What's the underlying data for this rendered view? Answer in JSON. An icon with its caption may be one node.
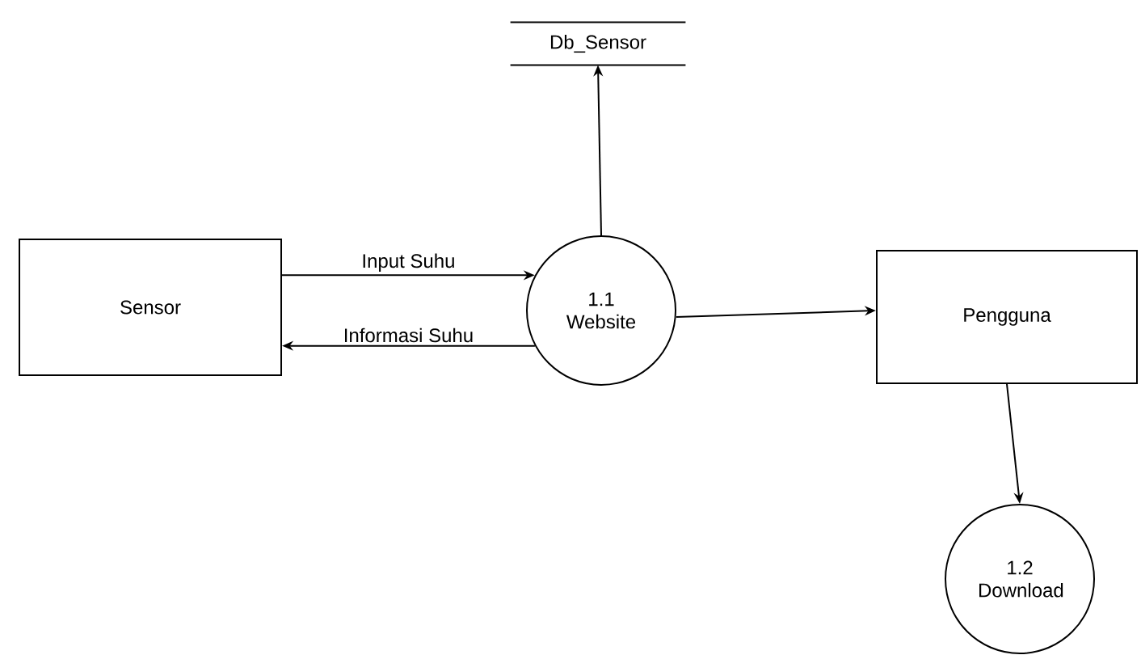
{
  "diagram": {
    "nodes": [
      {
        "text": [
          "Db_Sensor"
        ]
      },
      {
        "text": [
          "Sensor"
        ]
      },
      {
        "text": [
          "1.1 Website"
        ]
      },
      {
        "text": [
          "Pengguna"
        ]
      },
      {
        "text": [
          "1.2 Download"
        ]
      }
    ],
    "edges": [
      {
        "from": 2,
        "to": 0,
        "arrow": "to"
      },
      {
        "from": 1,
        "to": 2,
        "arrow": "to",
        "label": "Input Suhu"
      },
      {
        "from": 2,
        "to": 1,
        "arrow": "to",
        "label": "Informasi Suhu"
      },
      {
        "from": 2,
        "to": 3,
        "arrow": "to"
      },
      {
        "from": 3,
        "to": 4,
        "arrow": "to"
      }
    ]
  }
}
